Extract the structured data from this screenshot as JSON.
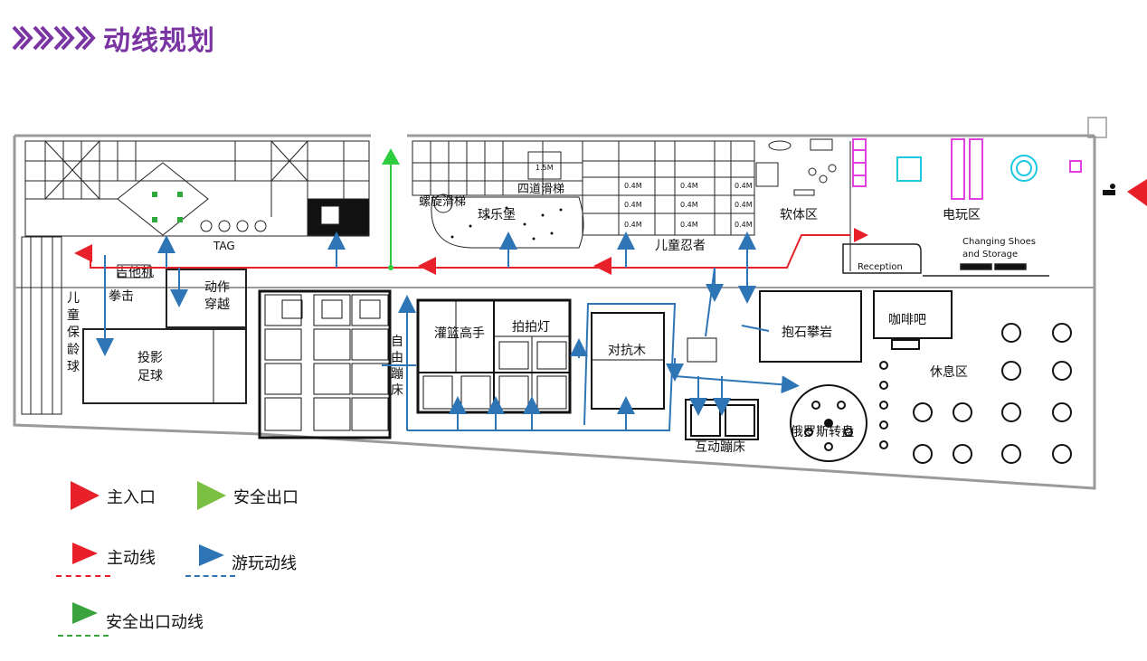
{
  "page": {
    "title": "动线规划"
  },
  "colors": {
    "accent": "#7a35a3",
    "main_route": "#e8202a",
    "play_route": "#2e75b6",
    "exit_route": "#2ecc40",
    "exit_legend": "#7ac143",
    "arcade": "#e040e0",
    "wall": "#9a9a9a"
  },
  "zones": {
    "tag": "TAG",
    "spiral_slide": "螺旋滑梯",
    "four_lane_slide": "四道滑梯",
    "ball_castle": "球乐堡",
    "ninja": "儿童忍者",
    "soft_area": "软体区",
    "arcade": "电玩区",
    "changing_line1": "Changing Shoes",
    "changing_line2": "and Storage",
    "reception": "Reception",
    "guitar": "吉他机",
    "boxing": "拳击",
    "action_line1": "动作",
    "action_line2": "穿越",
    "kids_bowling": [
      "儿",
      "童",
      "保",
      "龄",
      "球"
    ],
    "projection_line1": "投影",
    "projection_line2": "足球",
    "trampoline": [
      "自",
      "由",
      "蹦",
      "床"
    ],
    "basketball": "灌篮高手",
    "whack_light": "拍拍灯",
    "battle_wood": "对抗木",
    "bouldering": "抱石攀岩",
    "cafe": "咖啡吧",
    "lounge": "休息区",
    "interactive_trampoline": "互动蹦床",
    "russian_wheel": "俄罗斯转盘",
    "height_1_5m": "1.5M",
    "height_0_4m": "0.4M"
  },
  "legend": {
    "main_entrance": "主入口",
    "safety_exit": "安全出口",
    "main_route": "主动线",
    "play_route": "游玩动线",
    "exit_route": "安全出口动线"
  },
  "icons": {
    "title_chevrons": "double-chevron-icon",
    "entrance": "red-triangle-arrow-icon",
    "exit": "green-triangle-arrow-icon",
    "play": "blue-triangle-arrow-icon",
    "person": "running-person-icon"
  }
}
